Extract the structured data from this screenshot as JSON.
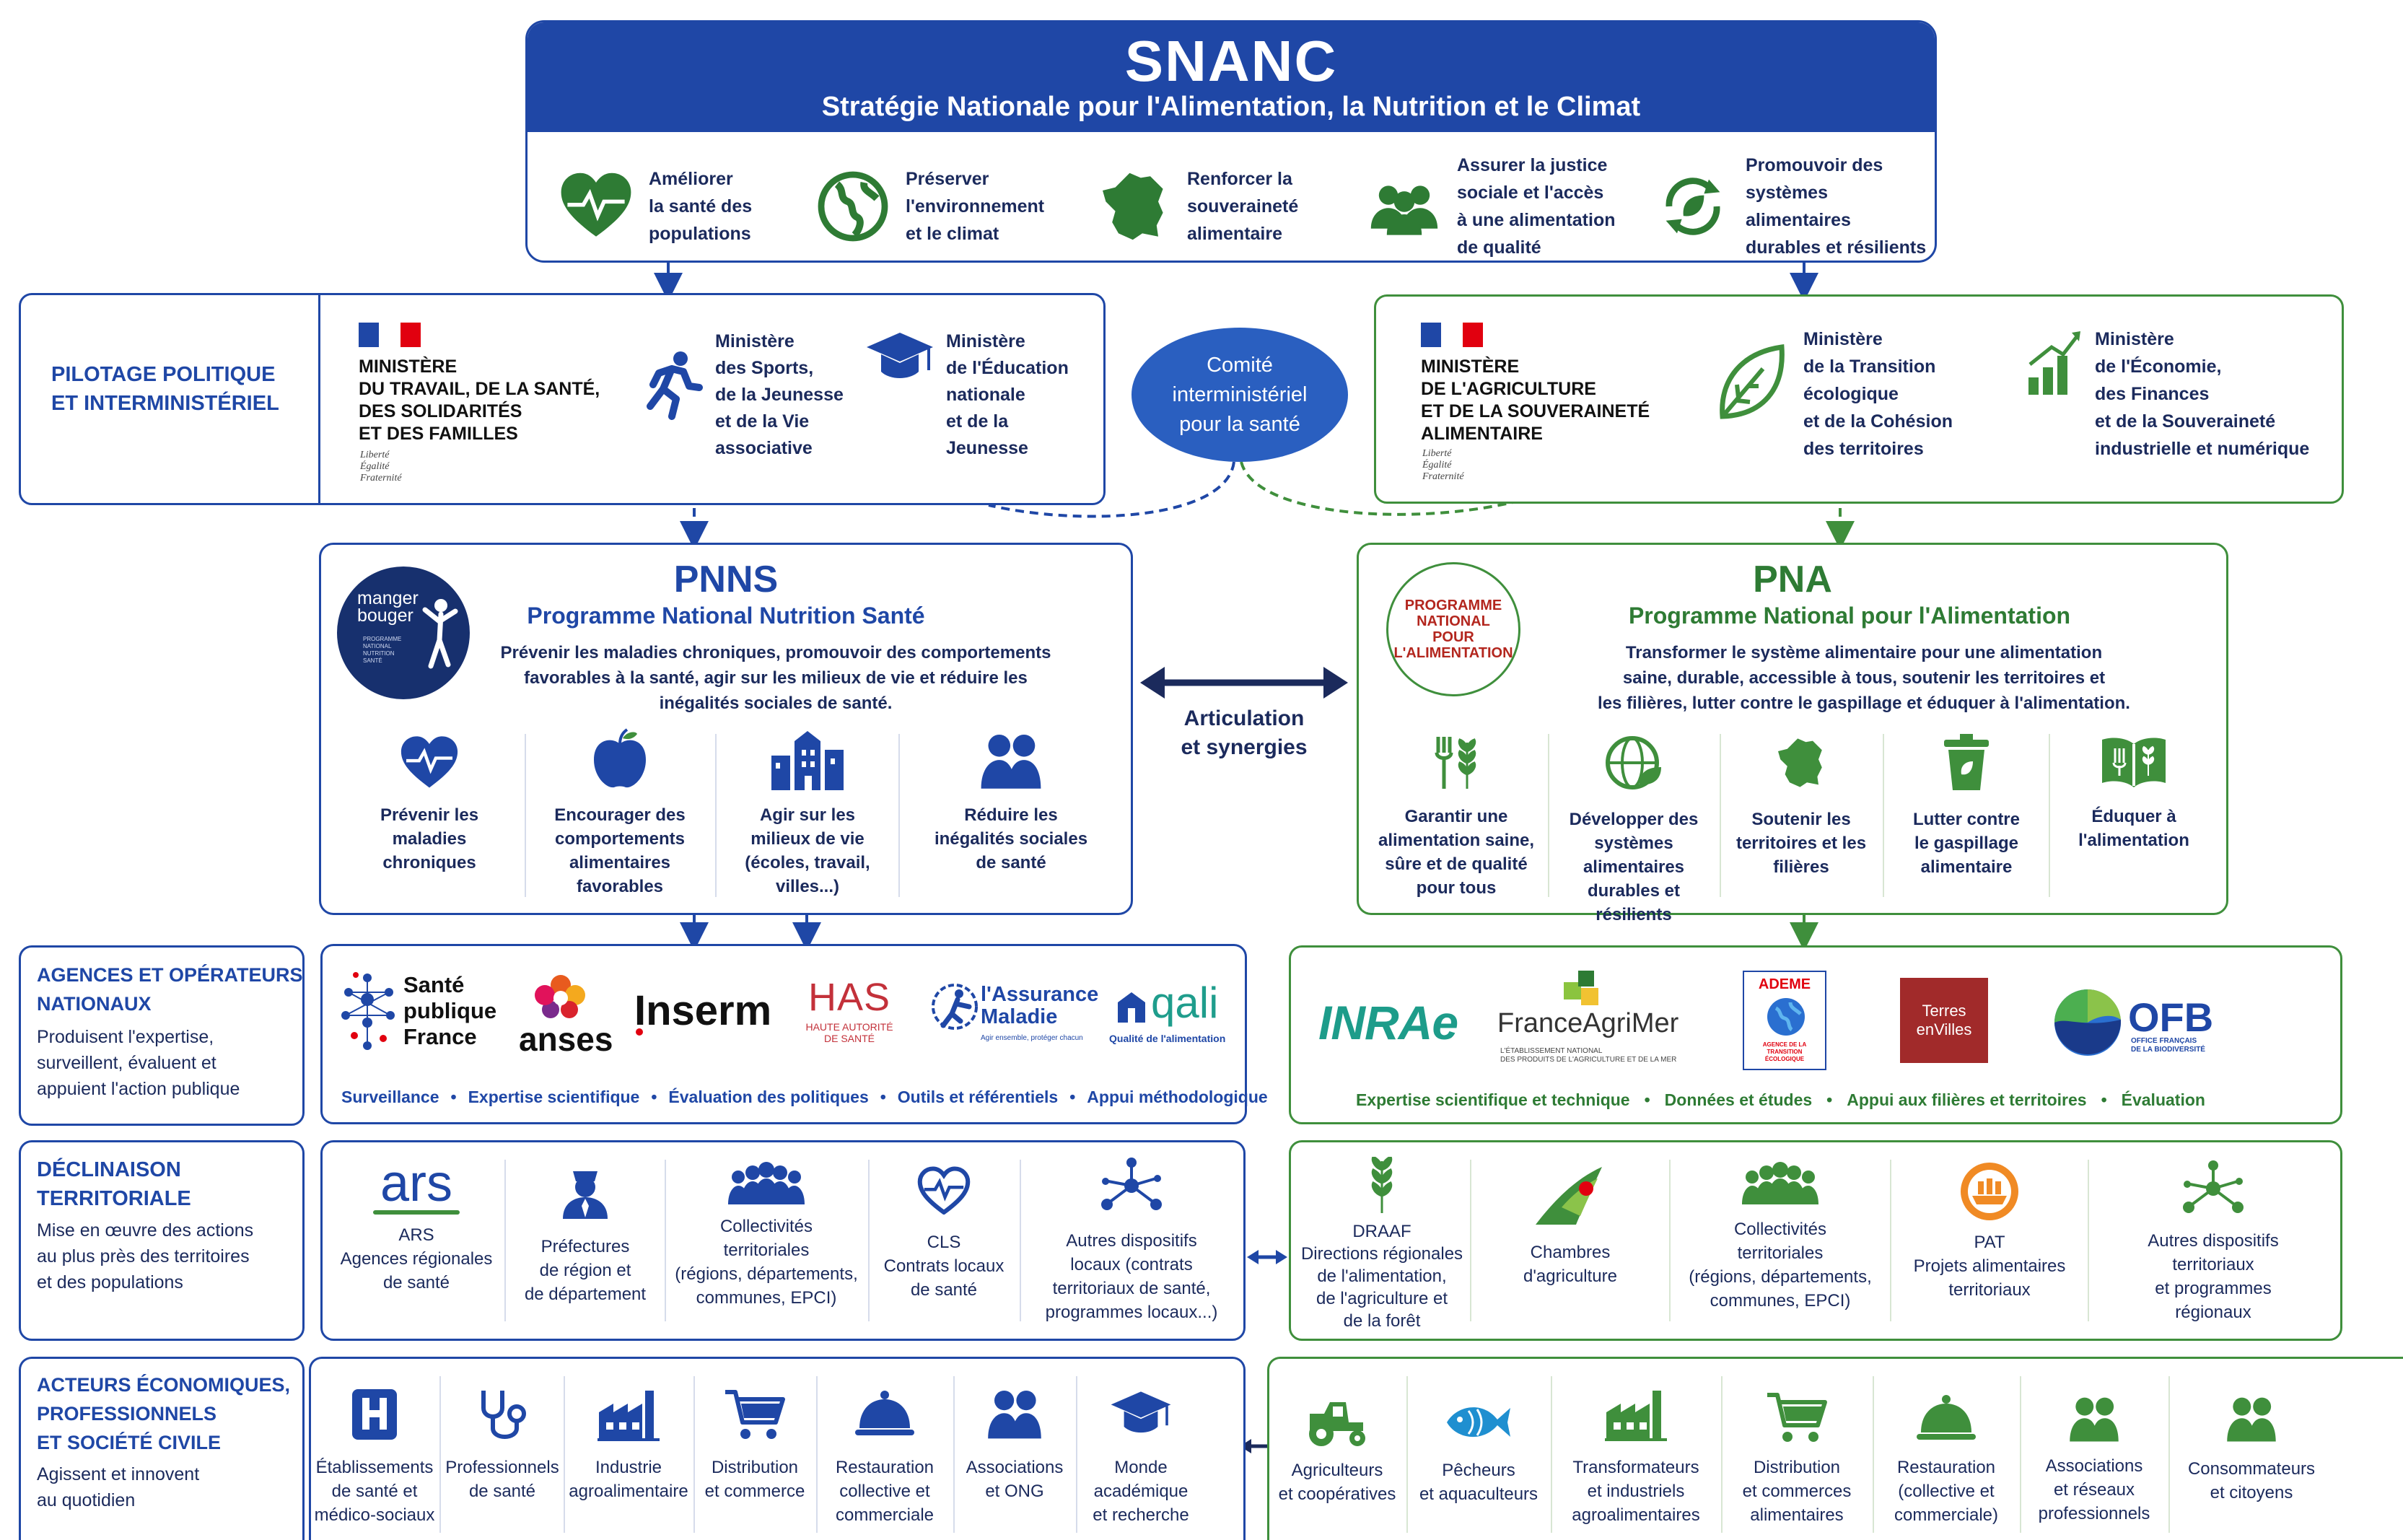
{
  "header": {
    "title": "SNANC",
    "subtitle": "Stratégie Nationale pour l'Alimentation, la Nutrition et le Climat",
    "objectives": [
      {
        "icon": "heart-pulse-icon",
        "label": "Améliorer\nla santé des\npopulations"
      },
      {
        "icon": "globe-icon",
        "label": "Préserver\nl'environnement\net le climat"
      },
      {
        "icon": "france-map-icon",
        "label": "Renforcer la\nsouveraineté\nalimentaire"
      },
      {
        "icon": "people-icon",
        "label": "Assurer la justice\nsociale et l'accès\nà une alimentation\nde qualité"
      },
      {
        "icon": "recycle-leaf-icon",
        "label": "Promouvoir des\nsystèmes alimentaires\ndurables et résilients"
      }
    ]
  },
  "pilotage": {
    "label": "PILOTAGE POLITIQUE\nET INTERMINISTÉRIEL",
    "left": {
      "ministry_main": "MINISTÈRE\nDU TRAVAIL, DE LA SANTÉ,\nDES SOLIDARITÉS\nET DES FAMILLES",
      "motto": "Liberté\nÉgalité\nFraternité",
      "sports": "Ministère\ndes Sports,\nde la Jeunesse\net de la Vie\nassociative",
      "education": "Ministère\nde l'Éducation\nnationale\net de la\nJeunesse"
    },
    "comite": "Comité\ninterministériel\npour la santé",
    "right": {
      "ministry_main": "MINISTÈRE\nDE L'AGRICULTURE\nET DE LA SOUVERAINETÉ\nALIMENTAIRE",
      "motto": "Liberté\nÉgalité\nFraternité",
      "transition": "Ministère\nde la Transition\nécologique\net de la Cohésion\ndes territoires",
      "economie": "Ministère\nde l'Économie,\ndes Finances\net de la Souveraineté\nindustrielle et numérique"
    }
  },
  "pnns": {
    "logo_text": "manger\nbouger",
    "logo_small": "PROGRAMME\nNATIONAL\nNUTRITION\nSANTÉ",
    "title": "PNNS",
    "subtitle": "Programme National Nutrition Santé",
    "description": "Prévenir les maladies chroniques, promouvoir des comportements\nfavorables à la santé, agir sur les milieux de vie et réduire les\ninégalités sociales de santé.",
    "axes": [
      {
        "icon": "heart-pulse-icon",
        "label": "Prévenir les\nmaladies\nchroniques"
      },
      {
        "icon": "apple-icon",
        "label": "Encourager des\ncomportements\nalimentaires\nfavorables"
      },
      {
        "icon": "buildings-icon",
        "label": "Agir sur les\nmilieux de vie\n(écoles, travail,\nvilles...)"
      },
      {
        "icon": "people-icon",
        "label": "Réduire les\ninégalités sociales\nde santé"
      }
    ]
  },
  "articulation": "Articulation\net synergies",
  "pna": {
    "logo_text": "PROGRAMME\nNATIONAL\nPOUR\nL'ALIMENTATION",
    "title": "PNA",
    "subtitle": "Programme National pour l'Alimentation",
    "description": "Transformer le système alimentaire pour une alimentation\nsaine, durable, accessible à tous, soutenir les territoires et\nles filières, lutter contre le gaspillage et éduquer à l'alimentation.",
    "axes": [
      {
        "icon": "fork-wheat-icon",
        "label": "Garantir une\nalimentation saine,\nsûre et de qualité\npour tous"
      },
      {
        "icon": "globe-leaf-icon",
        "label": "Développer des\nsystèmes alimentaires\ndurables et\nrésilients"
      },
      {
        "icon": "france-map-icon",
        "label": "Soutenir les\nterritoires et les\nfilières"
      },
      {
        "icon": "bin-icon",
        "label": "Lutter contre\nle gaspillage\nalimentaire"
      },
      {
        "icon": "book-icon",
        "label": "Éduquer à\nl'alimentation"
      }
    ]
  },
  "agences": {
    "label": "AGENCES ET OPÉRATEURS\nNATIONAUX",
    "text": "Produisent l'expertise,\nsurveillent, évaluent et\nappuient l'action publique",
    "left_logos": {
      "spf": "Santé\npublique\nFrance",
      "anses": "anses",
      "inserm": "Inserm",
      "has": "HAS",
      "has_sub": "HAUTE AUTORITÉ\nDE SANTÉ",
      "assurance": "l'Assurance\nMaladie",
      "assurance_sub": "Agir ensemble, protéger chacun",
      "oqali": "qali",
      "oqali_sub": "Qualité de l'alimentation"
    },
    "left_tags": [
      "Surveillance",
      "Expertise scientifique",
      "Évaluation des politiques",
      "Outils et référentiels",
      "Appui méthodologique"
    ],
    "right_logos": {
      "inrae": "INRAe",
      "franceagrimer": "FranceAgriMer",
      "franceagrimer_sub": "L'ÉTABLISSEMENT NATIONAL\nDES PRODUITS DE L'AGRICULTURE ET DE LA MER",
      "ademe": "ADEME",
      "ademe_sub": "AGENCE DE LA\nTRANSITION\nÉCOLOGIQUE",
      "terres": "Terres\nenVilles",
      "ofb": "OFB",
      "ofb_sub": "OFFICE FRANÇAIS\nDE LA BIODIVERSITÉ"
    },
    "right_tags": [
      "Expertise scientifique et technique",
      "Données et études",
      "Appui aux filières et territoires",
      "Évaluation"
    ]
  },
  "territoriale": {
    "label": "DÉCLINAISON\nTERRITORIALE",
    "text": "Mise en œuvre des actions\nau plus près des territoires\net des populations",
    "left": [
      {
        "icon": "ars-logo",
        "label": "ARS\nAgences régionales\nde santé"
      },
      {
        "icon": "prefect-icon",
        "label": "Préfectures\nde région et\nde département"
      },
      {
        "icon": "group-icon",
        "label": "Collectivités\nterritoriales\n(régions, départements,\ncommunes, EPCI)"
      },
      {
        "icon": "heart-pulse-icon",
        "label": "CLS\nContrats locaux\nde santé"
      },
      {
        "icon": "network-icon",
        "label": "Autres dispositifs\nlocaux (contrats\nterritoriaux de santé,\nprogrammes locaux...)"
      }
    ],
    "ars_logo": "ars",
    "right": [
      {
        "icon": "wheat-icon",
        "label": "DRAAF\nDirections régionales\nde l'alimentation,\nde l'agriculture et\nde la forêt"
      },
      {
        "icon": "chambres-logo",
        "label": "Chambres\nd'agriculture"
      },
      {
        "icon": "group-icon",
        "label": "Collectivités\nterritoriales\n(régions, départements,\ncommunes, EPCI)"
      },
      {
        "icon": "pat-logo",
        "label": "PAT\nProjets alimentaires\nterritoriaux"
      },
      {
        "icon": "network-icon",
        "label": "Autres dispositifs\nterritoriaux\net programmes\nrégionaux"
      }
    ]
  },
  "acteurs": {
    "label": "ACTEURS ÉCONOMIQUES,\nPROFESSIONNELS\nET SOCIÉTÉ CIVILE",
    "text": "Agissent et innovent\nau quotidien",
    "left": [
      {
        "icon": "hospital-icon",
        "label": "Établissements\nde santé et\nmédico-sociaux"
      },
      {
        "icon": "stethoscope-icon",
        "label": "Professionnels\nde santé"
      },
      {
        "icon": "factory-icon",
        "label": "Industrie\nagroalimentaire"
      },
      {
        "icon": "cart-icon",
        "label": "Distribution\net commerce"
      },
      {
        "icon": "cloche-icon",
        "label": "Restauration\ncollective et\ncommerciale"
      },
      {
        "icon": "people-icon",
        "label": "Associations\net ONG"
      },
      {
        "icon": "graduation-icon",
        "label": "Monde\nacadémique\net recherche"
      }
    ],
    "right": [
      {
        "icon": "tractor-icon",
        "label": "Agriculteurs\net coopératives"
      },
      {
        "icon": "fish-icon",
        "label": "Pêcheurs\net aquaculteurs"
      },
      {
        "icon": "factory-icon",
        "label": "Transformateurs\net industriels\nagroalimentaires"
      },
      {
        "icon": "cart-icon",
        "label": "Distribution\net commerces\nalimentaires"
      },
      {
        "icon": "cloche-icon",
        "label": "Restauration\n(collective et\ncommerciale)"
      },
      {
        "icon": "people-icon",
        "label": "Associations\net réseaux\nprofessionnels"
      },
      {
        "icon": "people-icon",
        "label": "Consommateurs\net citoyens"
      }
    ]
  },
  "colors": {
    "blue": "#1f47a6",
    "green": "#3f8f3c",
    "red": "#e1000f"
  }
}
